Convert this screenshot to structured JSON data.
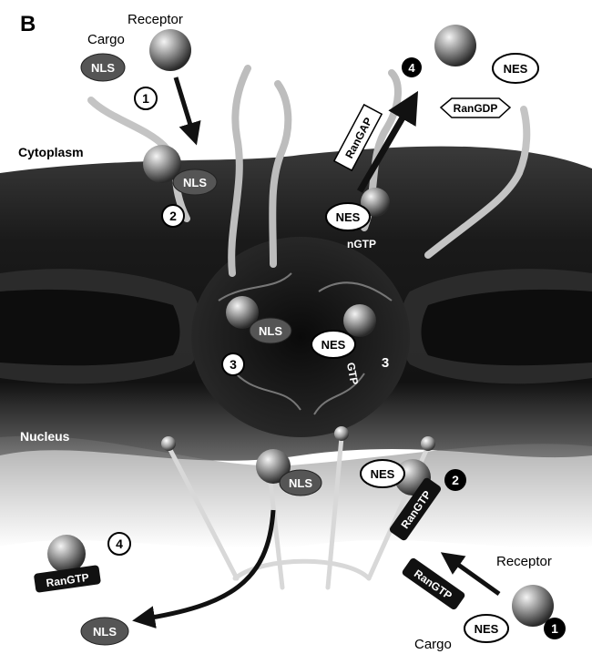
{
  "panel_label": "B",
  "regions": {
    "cytoplasm": "Cytoplasm",
    "nucleus": "Nucleus"
  },
  "import_pathway": {
    "receptor_label": "Receptor",
    "cargo_label": "Cargo",
    "nls": "NLS",
    "ran_gtp": "RanGTP",
    "steps": [
      "1",
      "2",
      "3",
      "4"
    ]
  },
  "export_pathway": {
    "receptor_label": "Receptor",
    "cargo_label": "Cargo",
    "nes": "NES",
    "ran_gtp": "RanGTP",
    "ran_gtp_partial_pore": "nGTP",
    "ran_gtp_partial_center": "GTP",
    "ran_gap": "RanGAP",
    "ran_gdp": "RanGDP",
    "steps": [
      "1",
      "2",
      "3",
      "4"
    ]
  },
  "colors": {
    "envelope_dark": "#141414",
    "envelope_mid": "#3a3a3a",
    "receptor": "#8a8a8a",
    "cargo_ellipse": "#4a4a4a",
    "ran_tag": "#111111",
    "arrow": "#111111",
    "background": "#ffffff"
  }
}
